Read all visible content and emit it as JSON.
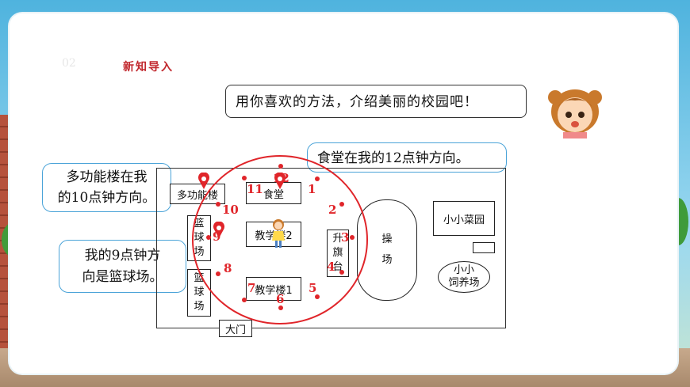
{
  "header": {
    "section_number": "02",
    "section_title": "新知导入"
  },
  "speech": {
    "intro": "用你喜欢的方法，介绍美丽的校园吧！",
    "canteen": "食堂在我的12点钟方向。",
    "multi_building_line1": "多功能楼在我",
    "multi_building_line2": "的10点钟方向。",
    "basketball_line1": "我的9点钟方",
    "basketball_line2": "向是篮球场。"
  },
  "map": {
    "multi_building": "多功能楼",
    "canteen": "食堂",
    "basketball1": "篮\n球\n场",
    "basketball2": "篮\n球\n场",
    "teaching2": "教学楼2",
    "teaching1": "教学楼1",
    "flag": "升\n旗\n台",
    "playground": "操\n场",
    "vegetable": "小小菜园",
    "animal": "小小\n饲养场",
    "gate": "大门"
  },
  "clock": [
    "1",
    "2",
    "3",
    "4",
    "5",
    "6",
    "7",
    "8",
    "9",
    "10",
    "11",
    "12"
  ],
  "colors": {
    "accent_red": "#e0252a",
    "bubble_blue": "#4aa3d8",
    "title_red": "#c1272d"
  }
}
